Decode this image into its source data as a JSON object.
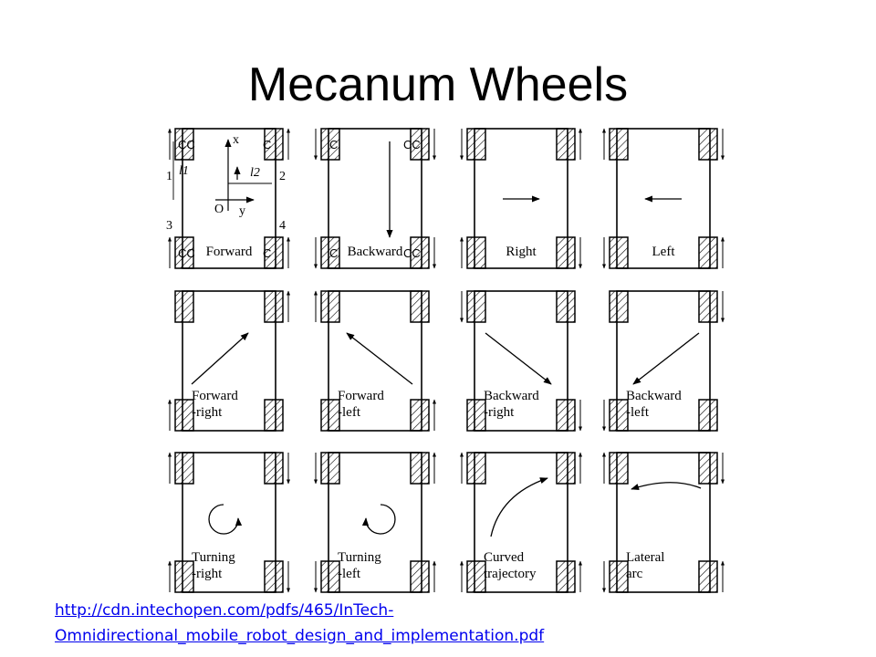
{
  "slide": {
    "title": "Mecanum Wheels",
    "link_line1": "http://cdn.intechopen.com/pdfs/465/InTech-",
    "link_line2": "Omnidirectional_mobile_robot_design_and_implementation.pdf"
  },
  "diagram": {
    "line_color": "#000000",
    "panels": [
      {
        "id": "forward",
        "caption": [
          "Forward"
        ],
        "motion": "arrow-forward",
        "wheel_arrows": [
          "up",
          "up",
          "up",
          "up"
        ],
        "wheel_labels": [
          "CC",
          "C",
          "CC",
          "C"
        ],
        "axis_labels": {
          "x": "x",
          "y": "y",
          "origin": "O",
          "l1": "l1",
          "l2": "l2",
          "w1": "1",
          "w2": "2",
          "w3": "3",
          "w4": "4"
        }
      },
      {
        "id": "backward",
        "caption": [
          "Backward"
        ],
        "motion": "arrow-backward",
        "wheel_arrows": [
          "down",
          "down",
          "down",
          "down"
        ],
        "wheel_labels": [
          "C",
          "CC",
          "C",
          "CC"
        ]
      },
      {
        "id": "right",
        "caption": [
          "Right"
        ],
        "motion": "arrow-right",
        "wheel_arrows": [
          "down",
          "up",
          "up",
          "down"
        ]
      },
      {
        "id": "left",
        "caption": [
          "Left"
        ],
        "motion": "arrow-left",
        "wheel_arrows": [
          "up",
          "down",
          "down",
          "up"
        ]
      },
      {
        "id": "forward-right",
        "caption": [
          "Forward",
          "-right"
        ],
        "motion": "arrow-forward-right",
        "wheel_arrows": [
          "none",
          "up",
          "up",
          "none"
        ]
      },
      {
        "id": "forward-left",
        "caption": [
          "Forward",
          "-left"
        ],
        "motion": "arrow-forward-left",
        "wheel_arrows": [
          "up",
          "none",
          "none",
          "up"
        ]
      },
      {
        "id": "backward-right",
        "caption": [
          "Backward",
          "-right"
        ],
        "motion": "arrow-backward-right",
        "wheel_arrows": [
          "down",
          "none",
          "none",
          "down"
        ]
      },
      {
        "id": "backward-left",
        "caption": [
          "Backward",
          "-left"
        ],
        "motion": "arrow-backward-left",
        "wheel_arrows": [
          "none",
          "down",
          "down",
          "none"
        ]
      },
      {
        "id": "turning-right",
        "caption": [
          "Turning",
          "-right"
        ],
        "motion": "turn-right",
        "wheel_arrows": [
          "up",
          "down",
          "up",
          "down"
        ]
      },
      {
        "id": "turning-left",
        "caption": [
          "Turning",
          "-left"
        ],
        "motion": "turn-left",
        "wheel_arrows": [
          "down",
          "up",
          "down",
          "up"
        ]
      },
      {
        "id": "curved-trajectory",
        "caption": [
          "Curved",
          "trajectory"
        ],
        "motion": "curve",
        "wheel_arrows": [
          "up",
          "up",
          "up",
          "up"
        ]
      },
      {
        "id": "lateral-arc",
        "caption": [
          "Lateral",
          "arc"
        ],
        "motion": "lateral-arc",
        "wheel_arrows": [
          "up",
          "down",
          "down",
          "up"
        ]
      }
    ]
  }
}
